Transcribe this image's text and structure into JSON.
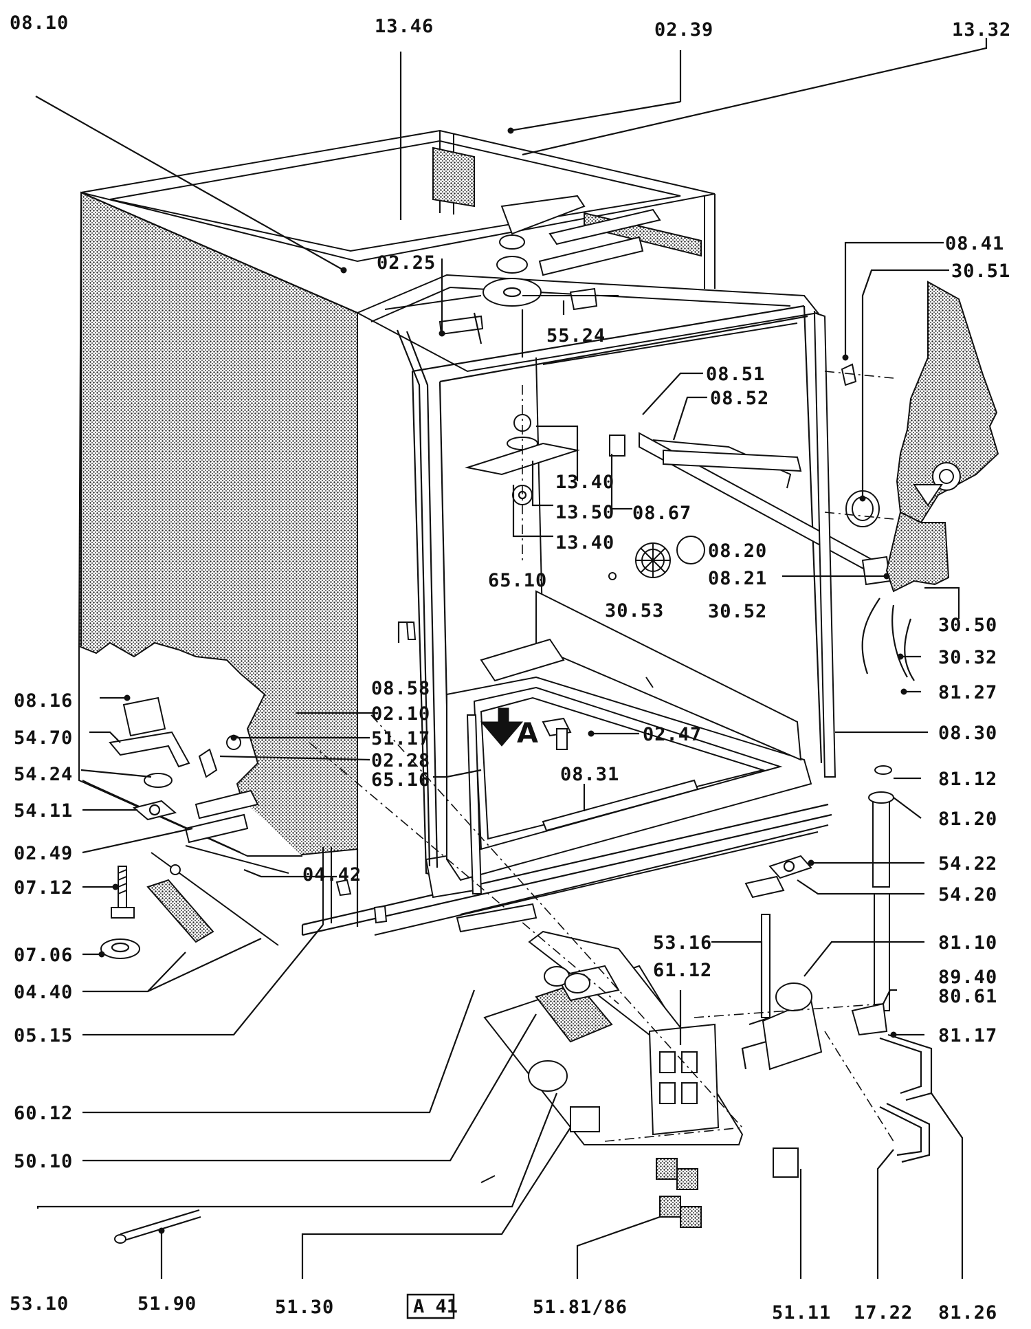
{
  "diagram_id": "A 41",
  "section_label": "A",
  "labels": {
    "l_08_10": "08.10",
    "l_13_46": "13.46",
    "l_02_39": "02.39",
    "l_13_32": "13.32",
    "l_08_41": "08.41",
    "l_30_51": "30.51",
    "l_02_25": "02.25",
    "l_55_24": "55.24",
    "l_08_51": "08.51",
    "l_08_52": "08.52",
    "l_13_40a": "13.40",
    "l_13_50": "13.50",
    "l_08_67": "08.67",
    "l_13_40b": "13.40",
    "l_08_20": "08.20",
    "l_08_21": "08.21",
    "l_30_50": "30.50",
    "l_30_53": "30.53",
    "l_30_52": "30.52",
    "l_65_10": "65.10",
    "l_30_32": "30.32",
    "l_81_27": "81.27",
    "l_08_58": "08.58",
    "l_08_16": "08.16",
    "l_02_10": "02.10",
    "l_54_70": "54.70",
    "l_51_17": "51.17",
    "l_02_47": "02.47",
    "l_08_30": "08.30",
    "l_02_28": "02.28",
    "l_54_24": "54.24",
    "l_65_16": "65.16",
    "l_08_31": "08.31",
    "l_81_12": "81.12",
    "l_54_11": "54.11",
    "l_81_20": "81.20",
    "l_02_49": "02.49",
    "l_54_22": "54.22",
    "l_04_42": "04.42",
    "l_07_12": "07.12",
    "l_54_20": "54.20",
    "l_07_06": "07.06",
    "l_53_16": "53.16",
    "l_81_10": "81.10",
    "l_61_12": "61.12",
    "l_04_40": "04.40",
    "l_89_40": "89.40",
    "l_80_61": "80.61",
    "l_05_15": "05.15",
    "l_81_17": "81.17",
    "l_60_12": "60.12",
    "l_50_10": "50.10",
    "l_53_10": "53.10",
    "l_51_90": "51.90",
    "l_51_30": "51.30",
    "l_51_81_86": "51.81/86",
    "l_51_11": "51.11",
    "l_17_22": "17.22",
    "l_81_26": "81.26"
  }
}
